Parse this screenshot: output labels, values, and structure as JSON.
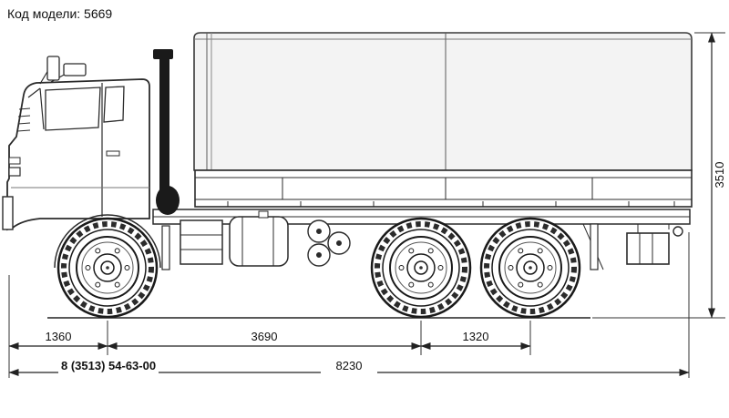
{
  "title": {
    "model_code": "Код модели: 5669"
  },
  "dimensions": {
    "height": "3510",
    "front_overhang_to_axle": "1360",
    "wheelbase": "3690",
    "tandem_spacing": "1320",
    "overall_length": "8230"
  },
  "contact": {
    "phone": "8 (3513) 54-63-00"
  },
  "drawing": {
    "subject": "flatbed truck with tarpaulin cover, left side view, three visible wheels",
    "colors": {
      "line": "#2b2b2b",
      "tarp_fill": "#f3f3f3",
      "background": "#ffffff"
    }
  }
}
